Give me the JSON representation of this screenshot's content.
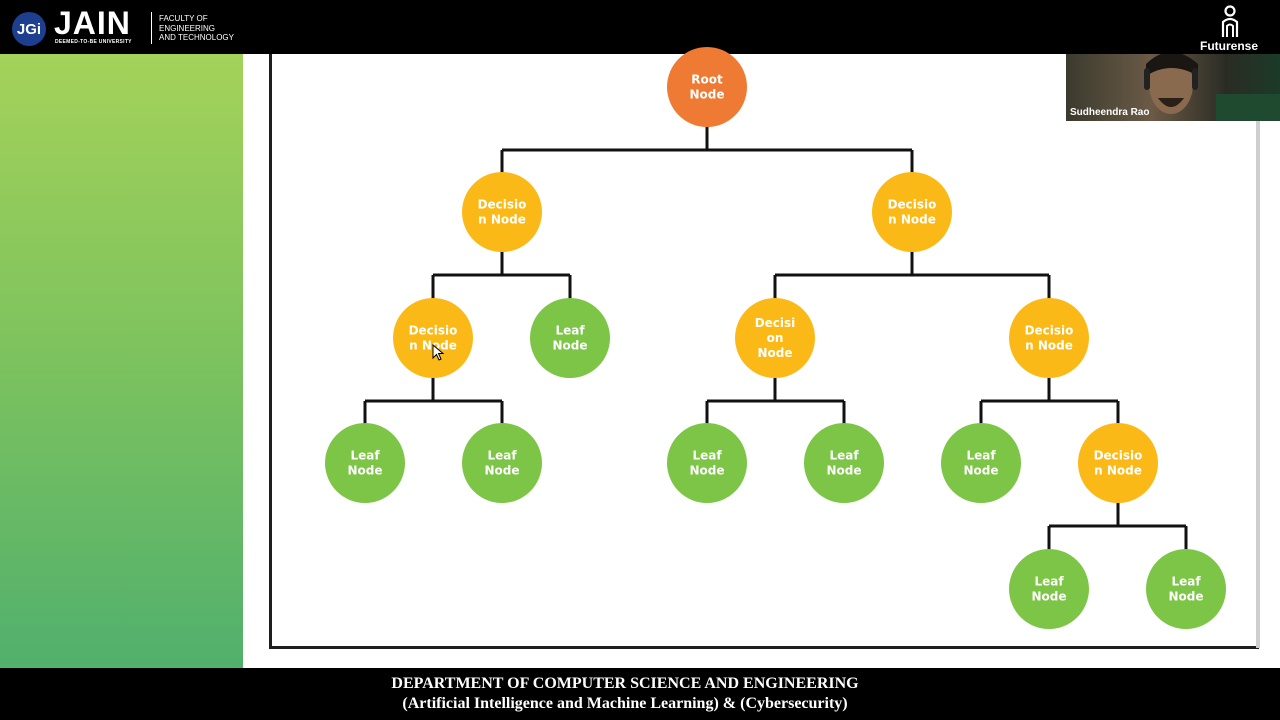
{
  "header": {
    "logo_mark": "JGi",
    "brand": "JAIN",
    "brand_tagline": "DEEMED-TO-BE UNIVERSITY",
    "faculty_lines": [
      "FACULTY OF",
      "ENGINEERING",
      "AND TECHNOLOGY"
    ],
    "partner_logo_icon": "futurense-person-icon",
    "partner_name": "Futurense"
  },
  "video": {
    "participant_name": "Sudheendra Rao"
  },
  "diagram": {
    "nodes": [
      {
        "id": "root",
        "type": "root",
        "lines": [
          "Root",
          "Node"
        ]
      },
      {
        "id": "d1",
        "type": "decision",
        "lines": [
          "Decisio",
          "n Node"
        ]
      },
      {
        "id": "d2",
        "type": "decision",
        "lines": [
          "Decisio",
          "n Node"
        ]
      },
      {
        "id": "d3",
        "type": "decision",
        "lines": [
          "Decisio",
          "n Node"
        ]
      },
      {
        "id": "l1",
        "type": "leaf",
        "lines": [
          "Leaf",
          "Node"
        ]
      },
      {
        "id": "d4",
        "type": "decision",
        "lines": [
          "Decisi",
          "on",
          "Node"
        ]
      },
      {
        "id": "d5",
        "type": "decision",
        "lines": [
          "Decisio",
          "n Node"
        ]
      },
      {
        "id": "l2",
        "type": "leaf",
        "lines": [
          "Leaf",
          "Node"
        ]
      },
      {
        "id": "l3",
        "type": "leaf",
        "lines": [
          "Leaf",
          "Node"
        ]
      },
      {
        "id": "l4",
        "type": "leaf",
        "lines": [
          "Leaf",
          "Node"
        ]
      },
      {
        "id": "l5",
        "type": "leaf",
        "lines": [
          "Leaf",
          "Node"
        ]
      },
      {
        "id": "l6",
        "type": "leaf",
        "lines": [
          "Leaf",
          "Node"
        ]
      },
      {
        "id": "d6",
        "type": "decision",
        "lines": [
          "Decisio",
          "n Node"
        ]
      },
      {
        "id": "l7",
        "type": "leaf",
        "lines": [
          "Leaf",
          "Node"
        ]
      },
      {
        "id": "l8",
        "type": "leaf",
        "lines": [
          "Leaf",
          "Node"
        ]
      }
    ],
    "edges": [
      [
        "root",
        "d1"
      ],
      [
        "root",
        "d2"
      ],
      [
        "d1",
        "d3"
      ],
      [
        "d1",
        "l1"
      ],
      [
        "d2",
        "d4"
      ],
      [
        "d2",
        "d5"
      ],
      [
        "d3",
        "l2"
      ],
      [
        "d3",
        "l3"
      ],
      [
        "d4",
        "l4"
      ],
      [
        "d4",
        "l5"
      ],
      [
        "d5",
        "l6"
      ],
      [
        "d5",
        "d6"
      ],
      [
        "d6",
        "l7"
      ],
      [
        "d6",
        "l8"
      ]
    ],
    "colors": {
      "root": "#ee7a33",
      "decision": "#fbb917",
      "leaf": "#7cc546",
      "line": "#111111"
    }
  },
  "footer": {
    "line1": "DEPARTMENT OF COMPUTER SCIENCE AND ENGINEERING",
    "line2": "(Artificial Intelligence and Machine Learning) & (Cybersecurity)"
  }
}
